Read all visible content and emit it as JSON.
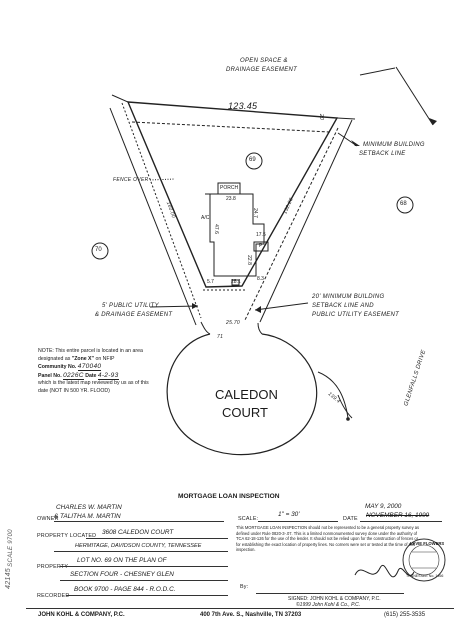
{
  "plat": {
    "top_label_line1": "OPEN SPACE &",
    "top_label_line2": "DRAINAGE EASEMENT",
    "dim_top": "123.45",
    "dim_top_right": "20",
    "min_setback_line1": "MINIMUM BUILDING",
    "min_setback_line2": "SETBACK LINE",
    "lot_69": "69",
    "lot_68": "68",
    "lot_70": "70",
    "fence_over": "FENCE OVER",
    "dim_left_side": "160.00",
    "dim_right_side": "132.28",
    "house_labels": {
      "porch": "PORCH",
      "w1": "23.8",
      "h1": "47.6",
      "h2": "24.7",
      "w2": "17.5",
      "p": "P",
      "d1": "22.8",
      "d2": "28.1",
      "ac": "A/C",
      "b1": "5.7",
      "b2": "8.3"
    },
    "utility_left_line1": "5' PUBLIC UTILITY",
    "utility_left_line2": "& DRAINAGE EASEMENT",
    "utility_right_line1": "20' MINIMUM BUILDING",
    "utility_right_line2": "SETBACK LINE AND",
    "utility_right_line3": "PUBLIC UTILITY EASEMENT",
    "frontage": "25.70",
    "arc_label": "71",
    "street_line1": "CALEDON",
    "street_line2": "COURT",
    "curve_dim": "139.4",
    "glenfalls": "GLENFALLS DRIVE"
  },
  "note": {
    "intro": "NOTE: This entire parcel is located in an area designated as",
    "zone": "\"Zone X\"",
    "on_nfip": "on NFIP",
    "community_label": "Community No.",
    "community_no": "470040",
    "panel_label": "Panel No.",
    "panel_no": "0226C",
    "date_label": "Date",
    "panel_date": "4-2-93",
    "tail": "which is the latest map reviewed by us as of this date (NOT IN 500 YR. FLOOD)"
  },
  "form": {
    "heading": "MORTGAGE LOAN INSPECTION",
    "owner_label": "OWNER",
    "owner_line1": "CHARLES W. MARTIN",
    "owner_line2": "& TALITHA M. MARTIN",
    "scale_label": "SCALE:",
    "scale_value": "1\" = 30'",
    "date_label": "DATE",
    "date_new": "MAY 9, 2000",
    "date_old": "NOVEMBER 16, 1999",
    "property_located_label": "PROPERTY LOCATED",
    "address": "3608 CALEDON COURT",
    "city": "HERMITAGE, DAVIDSON COUNTY, TENNESSEE",
    "property_label": "PROPERTY",
    "lot_line": "LOT NO. 69 ON THE PLAN OF",
    "section_line": "SECTION FOUR - CHESNEY GLEN",
    "recorded_label": "RECORDED",
    "recorded_value": "BOOK 9700 - PAGE 844 - R.O.D.C.",
    "disclaimer": "This MORTGAGE LOAN INSPECTION should not be represented to be a general property survey as defined under Rule 0820-3-.07. This is a limited nonmonumented survey done under the authority of TCA 62-18-126 for the use of the lender. It should not be relied upon for the construction of fences or for establishing the exact location of property lines. No corners were set or tested at the time of this inspection.",
    "by_label": "By:",
    "signed": "SIGNED: JOHN KOHL & COMPANY, P.C.",
    "copyright": "©1999 John Kohl & Co., P.C.",
    "seal_top": "LEVIE FLOWERS",
    "seal_bottom": "TENNESSEE No. 1466",
    "margin_left": "SCALE 9700",
    "margin_id": "42145"
  },
  "footer": {
    "company": "JOHN KOHL & COMPANY, P.C.",
    "address": "400 7th Ave. S., Nashville, TN 37203",
    "phone": "(615) 255-3535"
  }
}
